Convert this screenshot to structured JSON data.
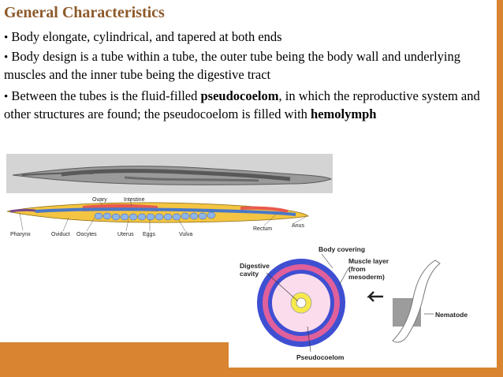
{
  "title": "General Characteristics",
  "bullets": {
    "b1": "Body elongate, cylindrical, and tapered at both ends",
    "b2": "Body design is a tube within a tube, the outer tube being the body wall and underlying muscles and the inner tube being the digestive tract",
    "b3_pre": "Between the tubes is the fluid-filled ",
    "b3_bold1": "pseudocoelom",
    "b3_mid": ", in which the reproductive system and other structures are found; the pseudocoelom is filled with ",
    "b3_bold2": "hemolymph"
  },
  "bullet_glyph": "•",
  "anatomy_labels": {
    "ovary": "Ovary",
    "intestine": "Intestine",
    "pharynx": "Pharynx",
    "oviduct": "Oviduct",
    "oocytes": "Oocytes",
    "uterus": "Uterus",
    "eggs": "Eggs",
    "vulva": "Vulva",
    "rectum": "Rectum",
    "anus": "Anus"
  },
  "cross_section_labels": {
    "body_covering": "Body covering",
    "digestive_cavity_1": "Digestive",
    "digestive_cavity_2": "cavity",
    "muscle_layer_1": "Muscle layer",
    "muscle_layer_2": "(from",
    "muscle_layer_3": "mesoderm)",
    "nematode": "Nematode",
    "pseudocoelom": "Pseudocoelom"
  },
  "colors": {
    "title": "#8d5a2b",
    "accent_band": "#d88430",
    "body_covering": "#e0609c",
    "muscle_layer": "#3f4fd2",
    "pseudocoelom_fill": "#fbdcec",
    "gut": "#f7e94a"
  }
}
